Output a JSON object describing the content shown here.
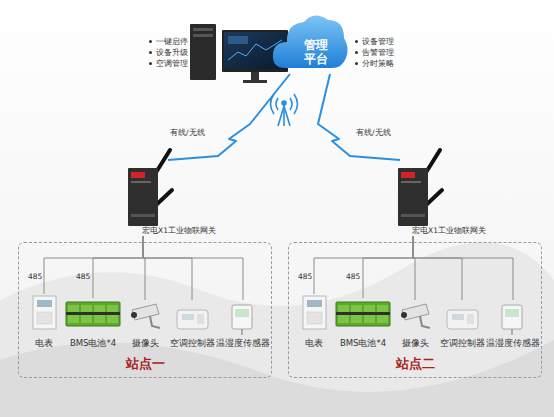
{
  "diagram": {
    "nodes": [
      {
        "text": [
          "管理平台"
        ]
      },
      {
        "text": [
          "宏电X1工业物联网关"
        ]
      },
      {
        "text": [
          "站点一"
        ]
      },
      {
        "text": [
          "电表"
        ],
        "in": 2
      },
      {
        "text": [
          "BMS电池*4"
        ],
        "in": 2
      },
      {
        "text": [
          "摄像头"
        ],
        "in": 2
      },
      {
        "text": [
          "空调控制器"
        ],
        "in": 2
      },
      {
        "text": [
          "温湿度传感器"
        ],
        "in": 2
      },
      {
        "text": [
          "宏电X1工业物联网关"
        ]
      },
      {
        "text": [
          "站点二"
        ]
      },
      {
        "text": [
          "电表"
        ],
        "in": 9
      },
      {
        "text": [
          "BMS电池*4"
        ],
        "in": 9
      },
      {
        "text": [
          "摄像头"
        ],
        "in": 9
      },
      {
        "text": [
          "空调控制器"
        ],
        "in": 9
      },
      {
        "text": [
          "温湿度传感器"
        ],
        "in": 9
      }
    ],
    "edges": [
      {
        "from": 1,
        "to": 0,
        "label": "有线/无线",
        "arrow": "none"
      },
      {
        "from": 8,
        "to": 0,
        "label": "有线/无线",
        "arrow": "none"
      },
      {
        "from": 1,
        "to": 3,
        "label": "485",
        "arrow": "none"
      },
      {
        "from": 1,
        "to": 4,
        "label": "485",
        "arrow": "none"
      },
      {
        "from": 1,
        "to": 5,
        "arrow": "none"
      },
      {
        "from": 1,
        "to": 6,
        "arrow": "none"
      },
      {
        "from": 1,
        "to": 7,
        "arrow": "none"
      },
      {
        "from": 8,
        "to": 10,
        "label": "485",
        "arrow": "none"
      },
      {
        "from": 8,
        "to": 11,
        "label": "485",
        "arrow": "none"
      },
      {
        "from": 8,
        "to": 12,
        "arrow": "none"
      },
      {
        "from": 8,
        "to": 13,
        "arrow": "none"
      },
      {
        "from": 8,
        "to": 14,
        "arrow": "none"
      }
    ],
    "labels": [
      "一键启停",
      "设备升级",
      "空调管理",
      "设备管理",
      "告警管理",
      "分时策略"
    ]
  }
}
